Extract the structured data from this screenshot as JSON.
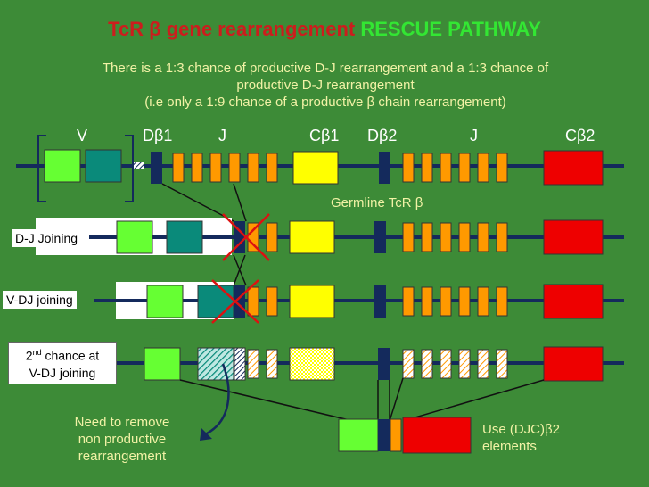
{
  "title": {
    "part1": "TcR β gene rearrangement",
    "part2": "RESCUE PATHWAY"
  },
  "subtitle": {
    "line1": "There is a 1:3 chance of productive D-J rearrangement and a 1:3 chance of",
    "line2": "productive D-J rearrangement",
    "line3": "(i.e only a 1:9 chance of a productive β chain rearrangement)"
  },
  "segments": {
    "v": "V",
    "d1": "Dβ1",
    "j1": "J",
    "c1": "Cβ1",
    "d2": "Dβ2",
    "j2": "J",
    "c2": "Cβ2"
  },
  "rows": {
    "germline": "Germline TcR β",
    "dj": "D-J Joining",
    "vdj": "V-DJ joining",
    "second_line1": "2nd chance at",
    "second_line2": "V-DJ joining"
  },
  "notes": {
    "remove_line1": "Need to remove",
    "remove_line2": "non productive",
    "remove_line3": "rearrangement",
    "use_line1": "Use (DJC)β2",
    "use_line2": "elements"
  },
  "colors": {
    "background": "#3d8b37",
    "v_light": "#66ff33",
    "v_teal": "#0a8a7a",
    "d_navy": "#142a5c",
    "j_orange": "#ff9900",
    "c1_yellow": "#ffff00",
    "c2_red": "#ee0000",
    "title_red": "#cc1d1d",
    "title_green": "#33e633",
    "text_yellow": "#f2f2a6"
  }
}
